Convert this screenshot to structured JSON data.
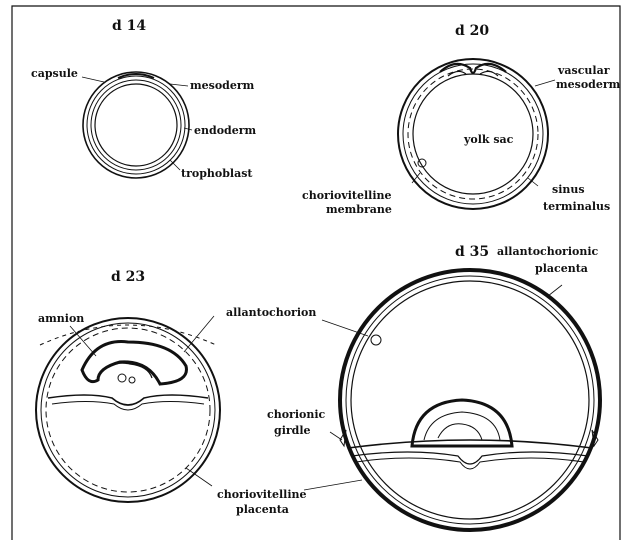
{
  "stages": {
    "d14": {
      "title": "d 14",
      "labels": {
        "capsule": "capsule",
        "mesoderm": "mesoderm",
        "endoderm": "endoderm",
        "trophoblast": "trophoblast"
      }
    },
    "d20": {
      "title": "d 20",
      "labels": {
        "vascular_1": "vascular",
        "vascular_2": "mesoderm",
        "yolk_sac": "yolk sac",
        "choriovitelline_1": "choriovitelline",
        "choriovitelline_2": "membrane",
        "sinus_1": "sinus",
        "sinus_2": "terminalus"
      }
    },
    "d23": {
      "title": "d 23",
      "labels": {
        "amnion": "amnion",
        "allantochorion": "allantochorion",
        "choriovitelline_1": "choriovitelline",
        "choriovitelline_2": "placenta"
      }
    },
    "d35": {
      "title": "d 35",
      "labels": {
        "allanto_1": "allantochorionic",
        "allanto_2": "placenta",
        "girdle_1": "chorionic",
        "girdle_2": "girdle"
      }
    }
  }
}
